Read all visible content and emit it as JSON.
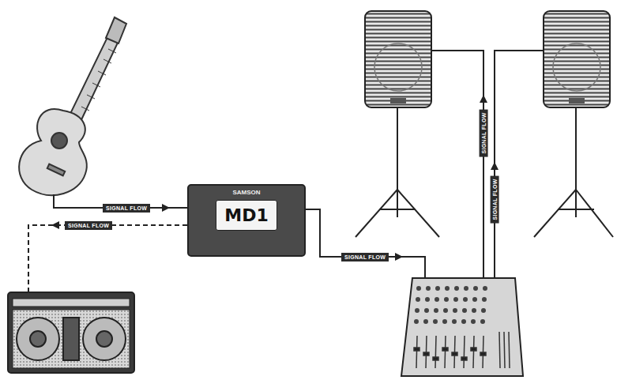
{
  "diagram": {
    "nodes": [
      {
        "text": [
          "SAMSON",
          "MD1"
        ]
      }
    ],
    "labels": [
      "SIGNAL FLOW",
      "SIGNAL FLOW",
      "SIGNAL FLOW",
      "SIGNAL FLOW",
      "SIGNAL FLOW"
    ]
  }
}
